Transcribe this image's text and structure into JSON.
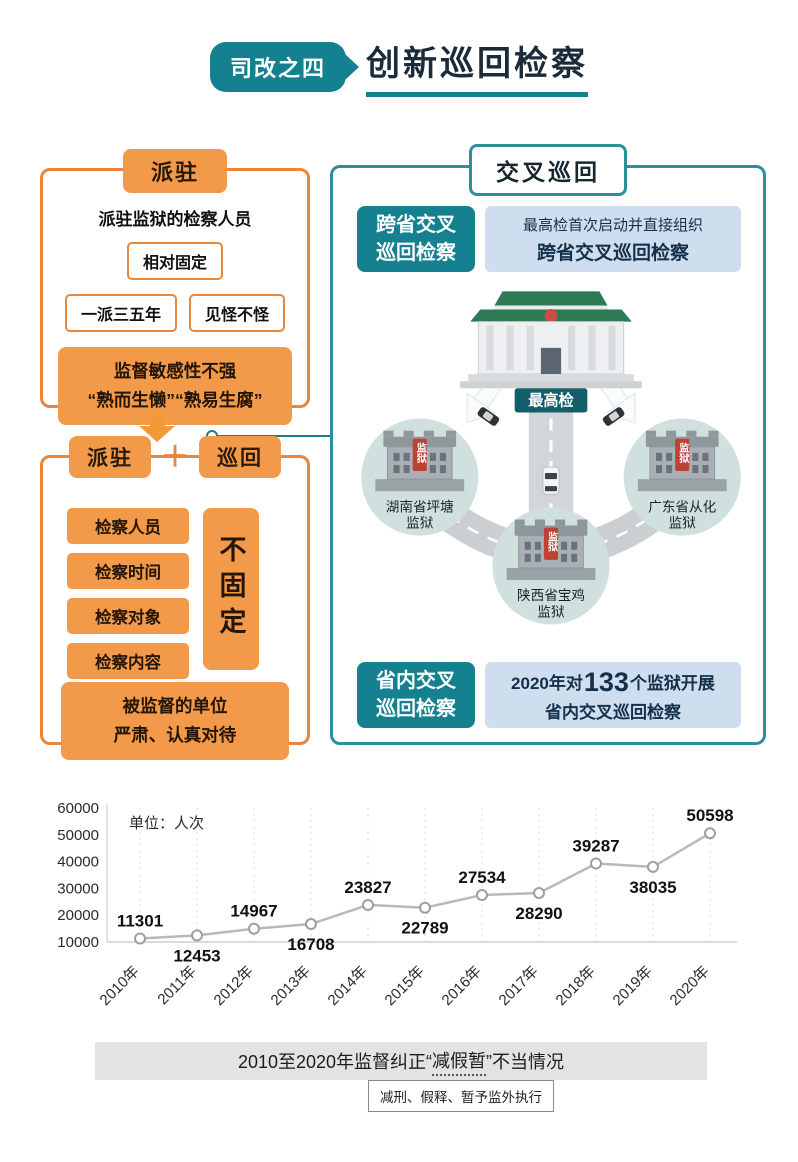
{
  "header": {
    "badge": "司改之四",
    "title": "创新巡回检察"
  },
  "paizhu_box": {
    "title": "派驻",
    "intro": "派驻监狱的检察人员",
    "pill_fixed": "相对固定",
    "pill_years": "一派三五年",
    "pill_custom": "见怪不怪",
    "warning_line1": "监督敏感性不强",
    "warning_line2": "“熟而生懒”“熟易生腐”"
  },
  "combo_box": {
    "title_left": "派驻",
    "plus": "＋",
    "title_right": "巡回",
    "items": [
      {
        "label": "检察人员"
      },
      {
        "label": "检察时间"
      },
      {
        "label": "检察对象"
      },
      {
        "label": "检察内容"
      }
    ],
    "not_fixed": "不固定",
    "result_line1": "被监督的单位",
    "result_line2": "严肃、认真对待"
  },
  "cross_box": {
    "title": "交叉巡回",
    "cross_province_label_line1": "跨省交叉",
    "cross_province_label_line2": "巡回检察",
    "cross_province_desc_line1": "最高检首次启动并直接组织",
    "cross_province_desc_line2": "跨省交叉巡回检察",
    "building_label": "最高检",
    "prisons": [
      {
        "line1": "湖南省坪塘",
        "line2": "监狱",
        "sign": "监狱"
      },
      {
        "line1": "广东省从化",
        "line2": "监狱",
        "sign": "监狱"
      },
      {
        "line1": "陕西省宝鸡",
        "line2": "监狱",
        "sign": "监狱"
      }
    ],
    "in_province_label_line1": "省内交叉",
    "in_province_label_line2": "巡回检察",
    "in_province_desc_prefix": "2020年对",
    "in_province_desc_number": "133",
    "in_province_desc_suffix": "个监狱开展",
    "in_province_desc_line2": "省内交叉巡回检察"
  },
  "chart": {
    "unit_label": "单位：人次",
    "caption_prefix": "2010至2020年监督纠正“",
    "caption_em": "减假暂",
    "caption_suffix": "”不当情况",
    "footnote": "减刑、假释、暂予监外执行"
  },
  "chart_data": {
    "type": "line",
    "title": "2010至2020年监督纠正“减假暂”不当情况",
    "unit": "单位：人次",
    "x": [
      "2010年",
      "2011年",
      "2012年",
      "2013年",
      "2014年",
      "2015年",
      "2016年",
      "2017年",
      "2018年",
      "2019年",
      "2020年"
    ],
    "values": [
      11301,
      12453,
      14967,
      16708,
      23827,
      22789,
      27534,
      28290,
      39287,
      38035,
      50598
    ],
    "ylim": [
      10000,
      60000
    ],
    "yticks": [
      10000,
      20000,
      30000,
      40000,
      50000,
      60000
    ],
    "grid": "vertical-dotted",
    "legend": "none",
    "label_placement": "alternating-above-below"
  },
  "colors": {
    "teal": "#15808f",
    "teal_border": "#2b8f9c",
    "orange_border": "#e8873b",
    "orange_fill": "#f2994a",
    "light_blue": "#cfdeee",
    "chart_line": "#b6babd",
    "band_gray": "#e3e3e3"
  }
}
